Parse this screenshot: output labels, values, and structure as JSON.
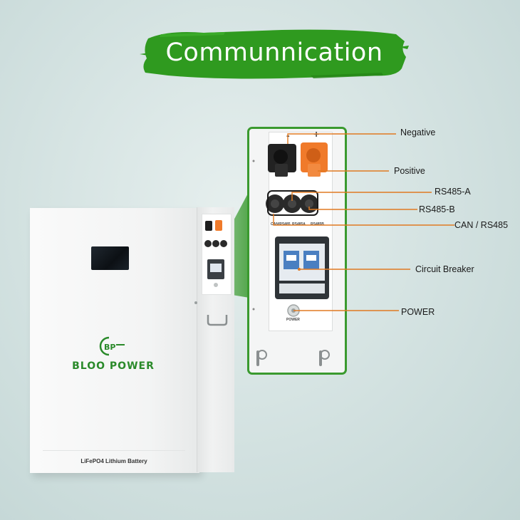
{
  "title": "Communnication",
  "brand": {
    "name": "BLOO POWER",
    "logo_text": "BP",
    "accent_color": "#2a8a2a"
  },
  "cabinet": {
    "plate_label": "LiFePO4 Lithium Battery"
  },
  "ports": {
    "minus_sign": "-",
    "plus_sign": "+",
    "comm_port_labels": [
      "CAN/RS485",
      "RS485A",
      "RS485B"
    ],
    "power_button_label": "POWER"
  },
  "callouts": [
    {
      "label": "Negative"
    },
    {
      "label": "Positive"
    },
    {
      "label": "RS485-A"
    },
    {
      "label": "RS485-B"
    },
    {
      "label": "CAN / RS485"
    },
    {
      "label": "Circuit Breaker"
    },
    {
      "label": "POWER"
    }
  ],
  "colors": {
    "banner_green": "#2f9a1f",
    "frame_green": "#3a9a2f",
    "line_orange": "#e07a22",
    "terminal_orange": "#f07a2a",
    "terminal_black": "#1e1e1e"
  }
}
